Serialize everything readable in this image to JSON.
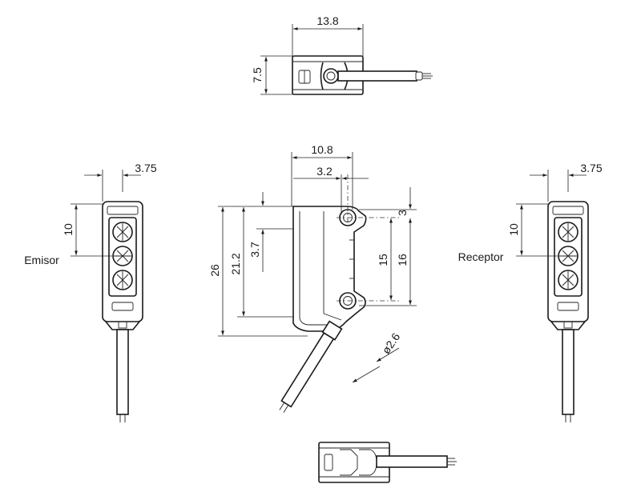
{
  "dimensions": {
    "top_width": "13.8",
    "top_height": "7.5",
    "body_width": "10.8",
    "lens_offset": "3.2",
    "hole_top": "3",
    "hole_pitch": "15",
    "hole_outer": "16",
    "lens_height": "3.7",
    "body_height_inner": "21.2",
    "body_height": "26",
    "cable_diameter": "ø2.6",
    "emitter_center": "3.75",
    "emitter_height": "10",
    "receiver_center": "3.75",
    "receiver_height": "10"
  },
  "labels": {
    "emitter": "Emisor",
    "receiver": "Receptor"
  }
}
